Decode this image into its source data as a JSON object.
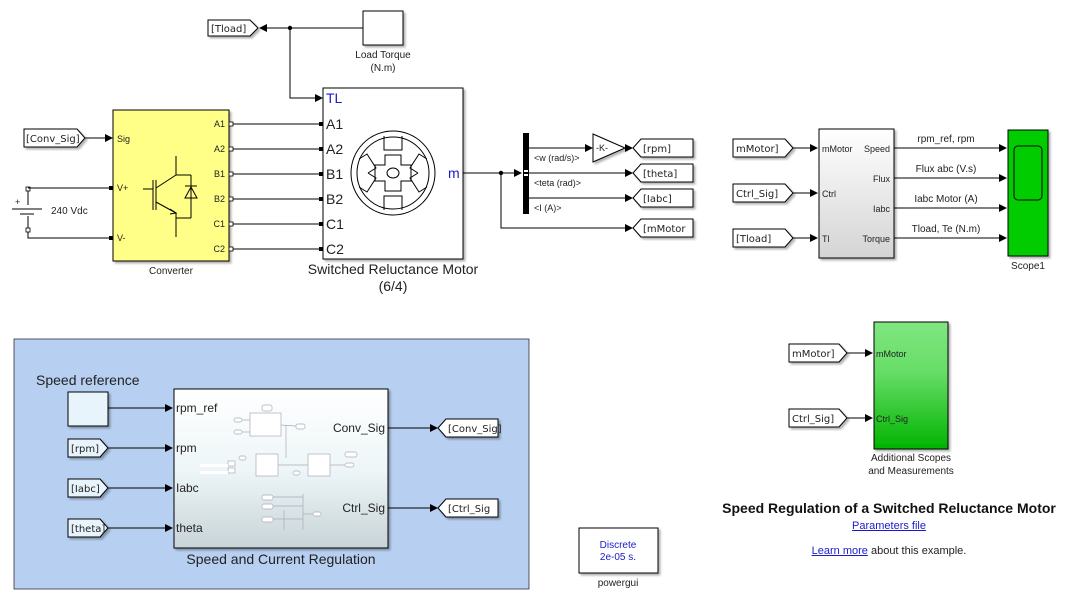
{
  "model": {
    "title": "Speed Regulation of a Switched Reluctance Motor",
    "params_link": "Parameters file",
    "learn_more_link": "Learn more",
    "learn_more_suffix": " about this example."
  },
  "colors": {
    "converter_fill": "#ffff88",
    "scope_fill": "#00cc00",
    "subsystem_area": "#b7cff0",
    "additional_top": "#80e680",
    "additional_bottom": "#00b400",
    "link": "#1a1acc"
  },
  "load_torque": {
    "label_line1": "Load Torque",
    "label_line2": "(N.m)",
    "goto_tag": "[Tload]"
  },
  "converter": {
    "label": "Converter",
    "input_tag": "[Conv_Sig]",
    "in_ports": [
      "Sig",
      "V+",
      "V-"
    ],
    "out_ports": [
      "A1",
      "A2",
      "B1",
      "B2",
      "C1",
      "C2"
    ],
    "source_label": "240 Vdc",
    "icon": "igbt-diode-icon"
  },
  "motor": {
    "label_line1": "Switched Reluctance Motor",
    "label_line2": "(6/4)",
    "in_ports": [
      "TL",
      "A1",
      "A2",
      "B1",
      "B2",
      "C1",
      "C2"
    ],
    "out_port": "m",
    "icon": "srm-6-4-icon"
  },
  "bus_selector": {
    "signals": [
      "<w (rad/s)>",
      "<teta (rad)>",
      "<I (A)>"
    ],
    "gain_label": "-K-",
    "goto_tags": [
      "[rpm]",
      "[theta]",
      "[Iabc]",
      "[mMotor"
    ]
  },
  "measurement": {
    "from_tags": [
      "mMotor]",
      "Ctrl_Sig]",
      "[Tload]"
    ],
    "in_ports": [
      "mMotor",
      "Ctrl",
      "Tl"
    ],
    "out_ports": [
      "Speed",
      "Flux",
      "Iabc",
      "Torque"
    ],
    "signal_labels": [
      "rpm_ref, rpm",
      "Flux abc (V.s)",
      "Iabc Motor (A)",
      "Tload, Te (N.m)"
    ]
  },
  "scope": {
    "label": "Scope1"
  },
  "regulation": {
    "speed_ref_label": "Speed reference",
    "from_tags": [
      "[rpm]",
      "[Iabc]",
      "[theta]"
    ],
    "in_ports": [
      "rpm_ref",
      "rpm",
      "Iabc",
      "theta"
    ],
    "out_ports": [
      "Conv_Sig",
      "Ctrl_Sig"
    ],
    "goto_tags": [
      "[Conv_Sig]",
      "[Ctrl_Sig"
    ],
    "label": "Speed and Current Regulation"
  },
  "additional": {
    "from_tags": [
      "mMotor]",
      "Ctrl_Sig]"
    ],
    "in_ports": [
      "mMotor",
      "Ctrl_Sig"
    ],
    "label_line1": "Additional Scopes",
    "label_line2": "and Measurements"
  },
  "powergui": {
    "line1": "Discrete",
    "line2": "2e-05 s.",
    "label": "powergui"
  }
}
